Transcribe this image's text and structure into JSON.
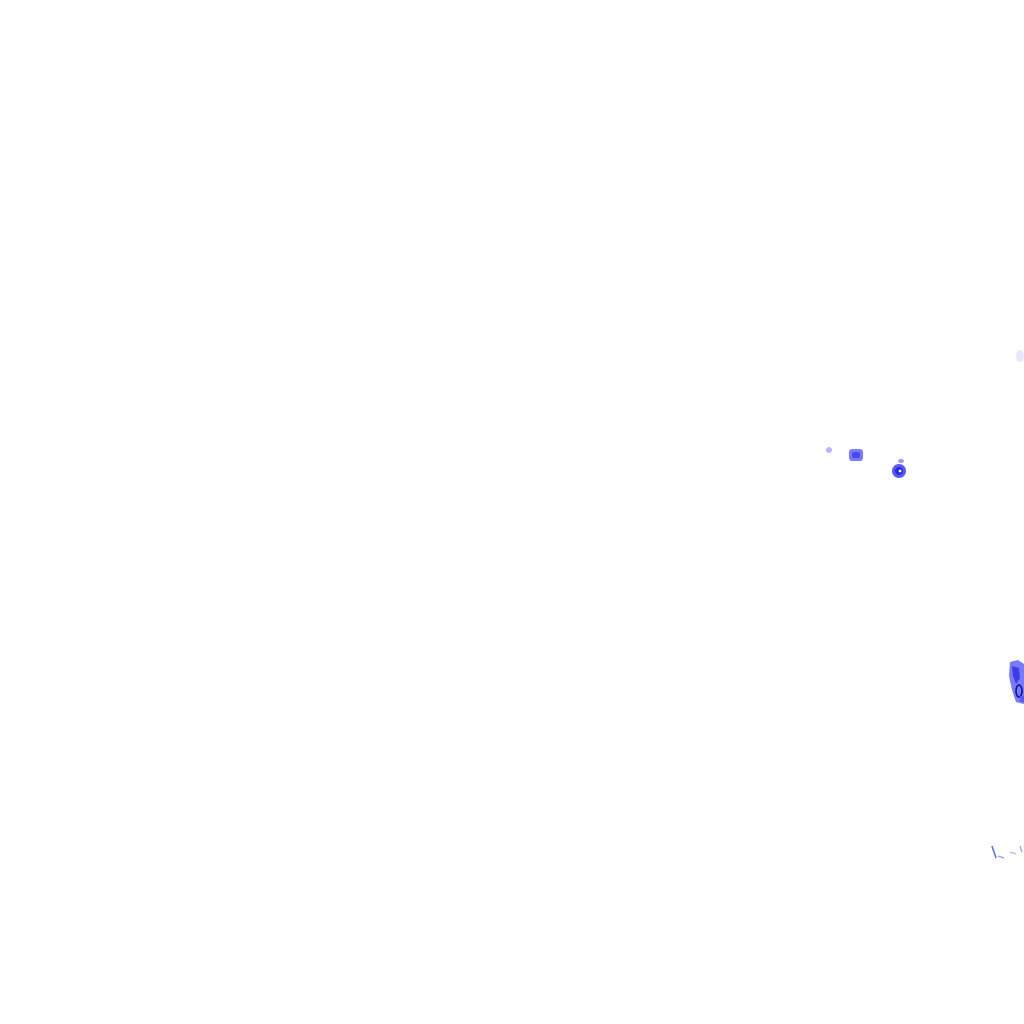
{
  "map": {
    "background_color": "#ffffff",
    "layer": "precipitation-radar",
    "intensity_palette": {
      "very_light": "#dcdcff",
      "light": "#9a9aff",
      "moderate": "#5a5af5",
      "heavy": "#2828e0",
      "core": "#14148c"
    },
    "cells": [
      {
        "name": "precip-cell-faint-east",
        "intensity": "very_light"
      },
      {
        "name": "precip-cell-small-west",
        "intensity": "light"
      },
      {
        "name": "precip-cell-central",
        "intensity": "moderate"
      },
      {
        "name": "precip-cell-strong",
        "intensity": "heavy"
      },
      {
        "name": "precip-cell-edge-cluster",
        "intensity": "heavy"
      },
      {
        "name": "precip-streaks-south",
        "intensity": "light"
      }
    ]
  }
}
